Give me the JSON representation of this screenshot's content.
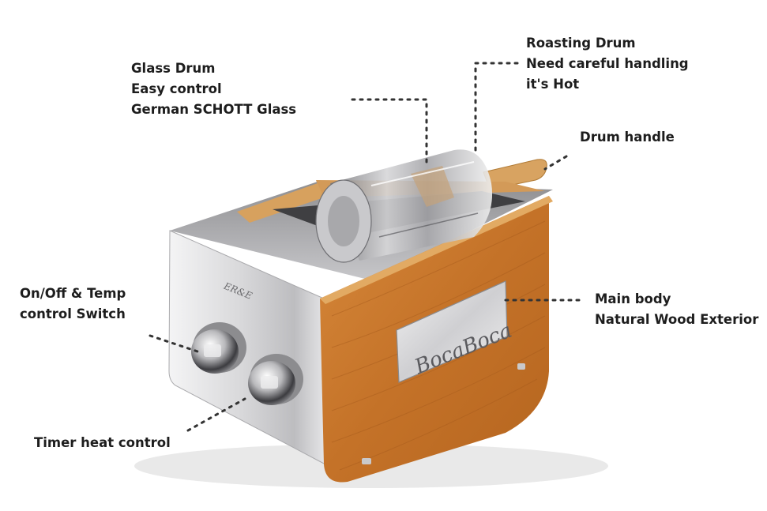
{
  "callouts": {
    "glass_drum": [
      "Glass Drum",
      "Easy control",
      "German SCHOTT Glass"
    ],
    "roasting_drum": [
      "Roasting  Drum",
      "Need careful handling",
      "it's Hot"
    ],
    "drum_handle": [
      "Drum handle"
    ],
    "main_body": [
      "Main body",
      "Natural  Wood Exterior"
    ],
    "switch": [
      "On/Off & Temp",
      "control Switch"
    ],
    "timer": [
      "Timer  heat control"
    ]
  },
  "product": {
    "faceplate_text": "ER&E",
    "nameplate_text": "BocaBoca"
  },
  "colors": {
    "wood": "#c9792e",
    "wood_dark": "#a55a1c",
    "steel": "#d8d8da",
    "steel_dark": "#9b9b9e",
    "leader": "#333333"
  }
}
